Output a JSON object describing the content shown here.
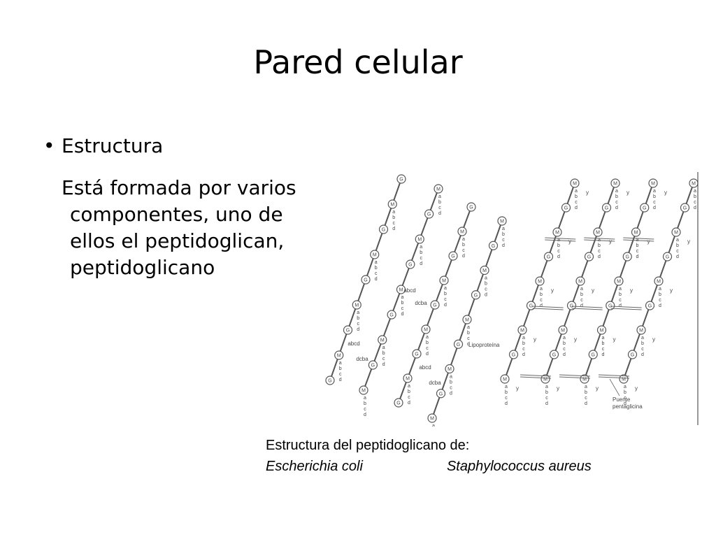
{
  "slide": {
    "title": "Pared celular",
    "bullet": "Estructura",
    "paragraph_lines": [
      "Está formada por varios",
      "componentes, uno de",
      "ellos el peptidoglican,",
      "peptidoglicano"
    ]
  },
  "figure": {
    "labels": {
      "G": "G",
      "M": "M",
      "a": "a",
      "b": "b",
      "c": "c",
      "d": "d",
      "y": "y",
      "abcd": "abcd",
      "dcba": "dcba",
      "lipoproteina": "Lipoproteína",
      "puente_1": "Puente",
      "puente_2": "pentaglicina"
    }
  },
  "caption": {
    "line1": "Estructura del peptidoglicano de:",
    "organism_left": "Escherichia coli",
    "organism_right": "Staphylococcus aureus"
  }
}
